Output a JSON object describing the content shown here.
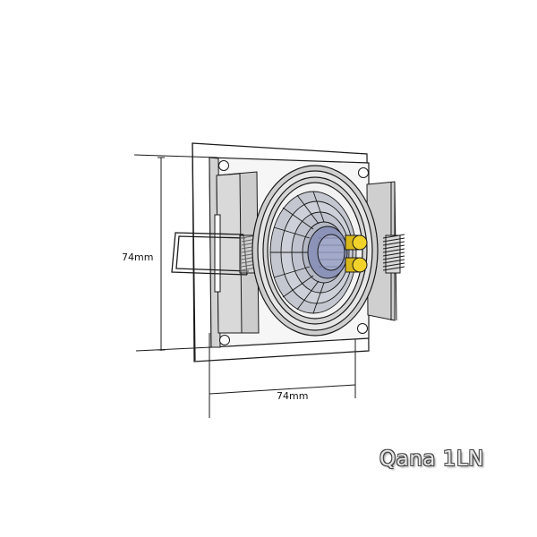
{
  "dimensions": {
    "height_label": "74mm",
    "width_label": "74mm"
  },
  "brand": {
    "name": "Qana 1LN"
  },
  "colors": {
    "line": "#1a1a1a",
    "panel": "#c9c9c9",
    "metal_light": "#e4e4e4",
    "reflector": "#b8bcc6",
    "led_core": "#8c93b8",
    "terminal": "#e8c81e"
  }
}
